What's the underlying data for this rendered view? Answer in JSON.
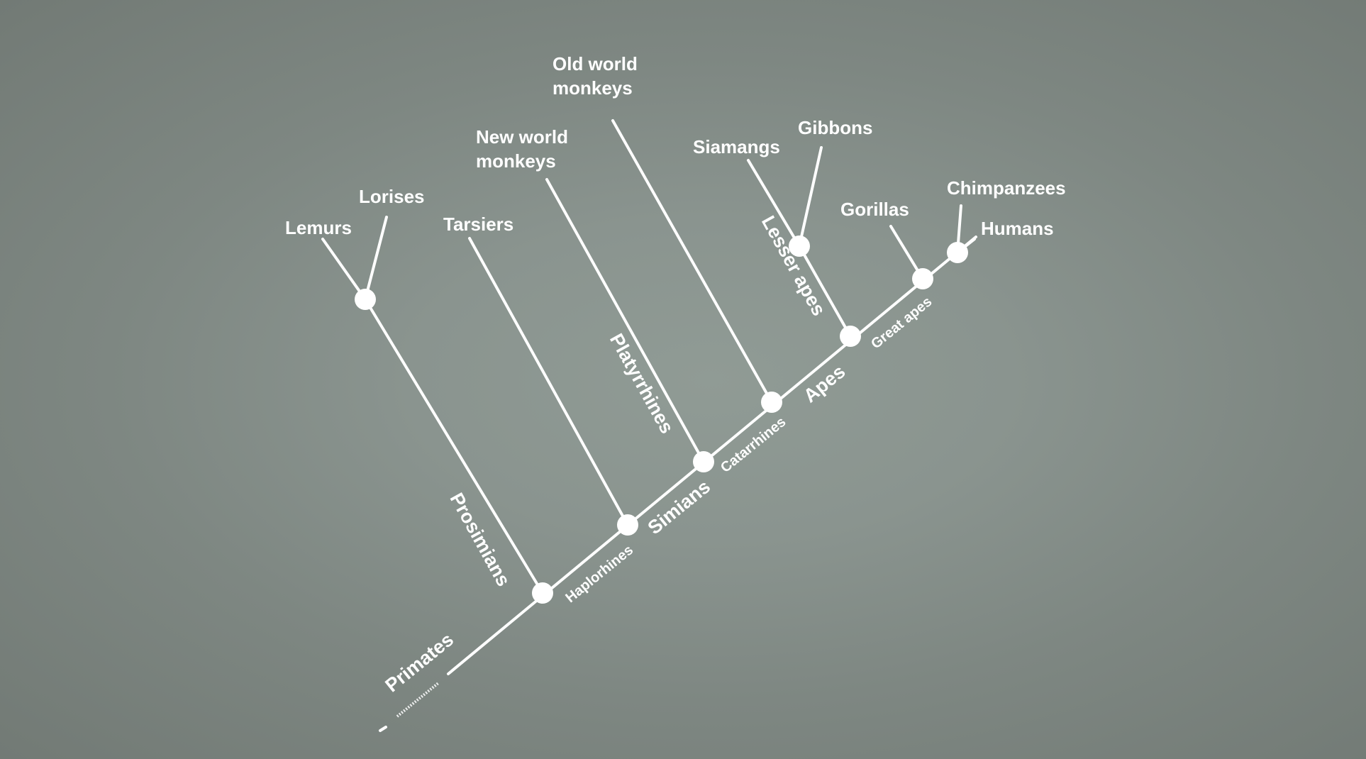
{
  "diagram": {
    "title": "",
    "colors": {
      "background": "#89938e",
      "line": "#ffffff",
      "text": "#ffffff"
    },
    "species": {
      "lemurs": "Lemurs",
      "lorises": "Lorises",
      "tarsiers": "Tarsiers",
      "new_world_monkeys": [
        "New world",
        "monkeys"
      ],
      "old_world_monkeys": [
        "Old world",
        "monkeys"
      ],
      "siamangs": "Siamangs",
      "gibbons": "Gibbons",
      "gorillas": "Gorillas",
      "chimpanzees": "Chimpanzees",
      "humans": "Humans"
    },
    "clades": {
      "primates": "Primates",
      "prosimians": "Prosimians",
      "haplorhines": "Haplorhines",
      "simians": "Simians",
      "platyrrhines": "Platyrrhines",
      "catarrhines": "Catarrhines",
      "apes": "Apes",
      "lesser_apes": "Lesser apes",
      "great_apes": "Great apes"
    }
  }
}
